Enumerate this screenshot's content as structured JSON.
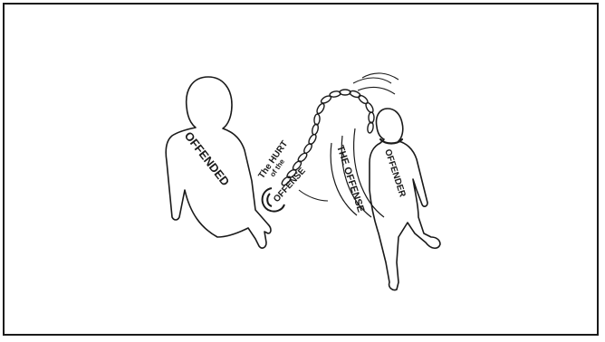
{
  "labels": {
    "offended": "OFFENDED",
    "the_hurt": "The HURT",
    "of_the": "of the",
    "offense_small": "OFFENSE",
    "the_offense": "THE OFFENSE",
    "offender": "OFFENDER"
  },
  "colors": {
    "ink": "#1a1a1a",
    "paper": "#ffffff"
  }
}
